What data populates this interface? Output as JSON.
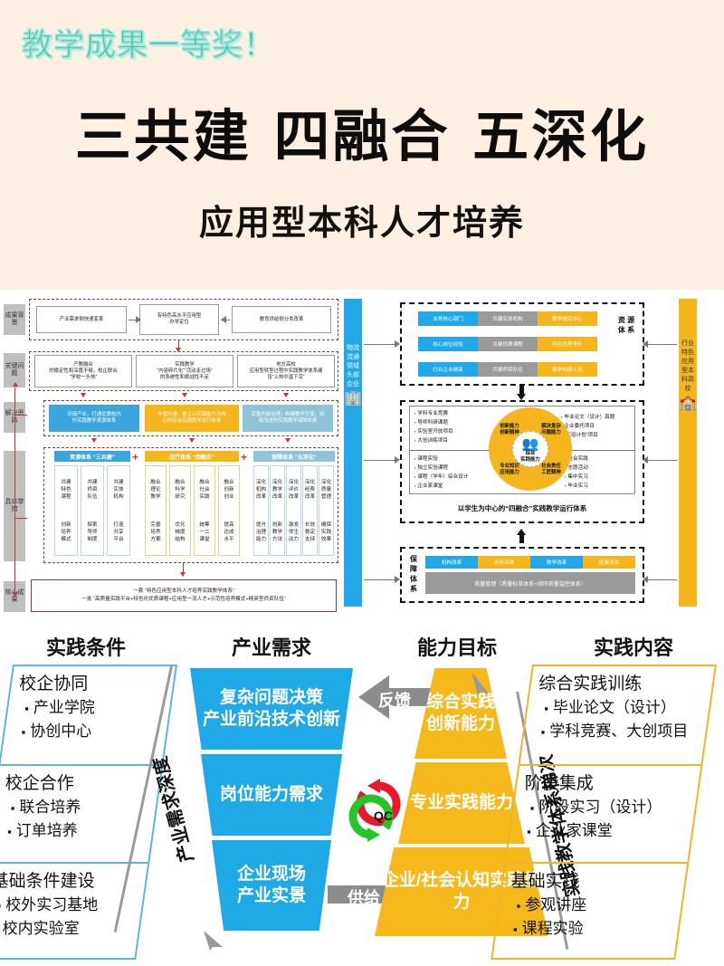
{
  "hero": {
    "award_badge": "教学成果一等奖！",
    "title": "三共建  四融合  五深化",
    "subtitle": "应用型本科人才培养"
  },
  "left_flow": {
    "row_labels": [
      "成果背景",
      "关键问题",
      "解决思路",
      "具体举措",
      "核心成果"
    ],
    "background_boxes": [
      "产业需求侧快速变革",
      "有特色高水平应用型\n办学定位",
      "教育供给侧分类改革"
    ],
    "key_problems": [
      "产教融合\n的稳定性和深度不够，校企联合\n“学校一头热”",
      "实践教学\n“内容碎片化”“活动走过场”\n的系统性和挑战性不足",
      "地方高校\n应用型转型过程中实践教学体系建\n设“上热中温下凉”"
    ],
    "solutions": [
      "对接产业，打通优质校内\n外实践教学资源体系",
      "丰富内涵，建立以实践能力为核\n心的综合实践教学运行体系",
      "完善内部治理，构建教学互促、持\n续改进的实践教学保障体系"
    ],
    "systems": [
      {
        "header": "资源体系 “三共建”",
        "color": "blue",
        "cells": [
          {
            "top": "共建\n特色\n课程",
            "bottom": "创新\n培养\n模式"
          },
          {
            "top": "共建\n师资\n队伍",
            "bottom": "探索\n导师\n制度"
          },
          {
            "top": "共建\n实体\n机构",
            "bottom": "打造\n共享\n平台"
          }
        ]
      },
      {
        "header": "运行体系 “四融合”",
        "color": "gold",
        "cells": [
          {
            "top": "融合\n理论\n教学",
            "bottom": "完善\n培养\n方案"
          },
          {
            "top": "融合\n科学\n研究",
            "bottom": "优化\n梯度\n结构"
          },
          {
            "top": "融合\n社会\n实践",
            "bottom": "统筹\n一二\n课堂"
          },
          {
            "top": "融合\n创新\n创业",
            "bottom": "提高\n达成\n水平"
          }
        ]
      },
      {
        "header": "保障体系 “五深化”",
        "color": "lblue",
        "cells": [
          {
            "top": "深化\n机构\n改革",
            "bottom": "提升\n治理\n能力"
          },
          {
            "top": "深化\n教学\n改革",
            "bottom": "创新\n教学\n方法"
          },
          {
            "top": "深化\n评价\n改革",
            "bottom": "激发\n师生\n动力"
          },
          {
            "top": "深化\n经费\n改革",
            "bottom": "长效\n稳定\n支持"
          },
          {
            "top": "深化\n质量\n管理",
            "bottom": "确保\n实践\n效果"
          }
        ]
      }
    ],
    "core_result_line1": "一套 “特色应用型本科人才培养实践教学体系”",
    "core_result_line2": "一批 “高质量实践平台+特色化优质课程+应用型一流人才+示范性培养模式+精英型师资队伍”",
    "plus_symbol": "+"
  },
  "right_flow": {
    "left_bar": "物流流通领域头部企业",
    "right_bar": "行业特色应用型本科高校",
    "left_bar_icon": "building-icon",
    "right_bar_icon": "campus-icon",
    "resource_label": "资 源 体 系",
    "resource_rows": [
      {
        "left": "业务核心部门",
        "mid": "共建实体机构",
        "right": "教学研究中心"
      },
      {
        "left": "核心岗位经验",
        "mid": "共建优质课程",
        "right": "特色优势学科"
      },
      {
        "left": "行业企业精英",
        "mid": "共建师资队伍",
        "right": "教学科研人员"
      }
    ],
    "quadrants": {
      "top_left": [
        "学科专业竞赛",
        "导师科研课题",
        "实验室开放项目",
        "大创训练项目"
      ],
      "top_right": [
        "毕业论文（设计）真题",
        "企业委托项目",
        "“实培计划”项目"
      ],
      "bottom_left": [
        "课程实验",
        "独立实验课程",
        "课程（学年）综合设计",
        "企业家课堂"
      ],
      "bottom_right": [
        "社会实践",
        "志愿活动",
        "集中实习",
        "毕业实习"
      ]
    },
    "donut_labels": {
      "top_left": "创新能力\n创新精神",
      "top_right": "解决复杂\n问题能力",
      "bottom_left": "专业知识\n应用能力",
      "bottom_right": "社会责任\n工匠精神",
      "center": "综合\n实践能力"
    },
    "run_caption": "以学生为中心的“四融合”实践教学运行体系",
    "guarantee_label": "保 障 体 系",
    "guarantee_chips": [
      "机构改革",
      "评价改革",
      "教学改革",
      "经费改革"
    ],
    "quality_bar": "质量管理（质量标准体系+闭环质量监控体系）"
  },
  "bottom": {
    "column_titles": [
      "实践条件",
      "产业需求",
      "能力目标",
      "实践内容"
    ],
    "left_panel": [
      {
        "title": "校企协同",
        "items": [
          "产业学院",
          "协创中心"
        ]
      },
      {
        "title": "校企合作",
        "items": [
          "联合培养",
          "订单培养"
        ]
      },
      {
        "title": "基础条件建设",
        "items": [
          "校外实习基地",
          "校内实验室"
        ]
      }
    ],
    "blue_funnel": [
      "复杂问题决策\n产业前沿技术创新",
      "岗位能力需求",
      "企业现场\n产业实景"
    ],
    "gold_pyramid": [
      "综合实践\n创新能力",
      "专业实践能力",
      "企业/社会认知实践能力"
    ],
    "right_panel": [
      {
        "title": "综合实践训练",
        "items": [
          "毕业论文（设计）",
          "学科竞赛、大创项目"
        ]
      },
      {
        "title": "阶段集成",
        "items": [
          "阶段实习（设计）",
          "企业家课堂"
        ]
      },
      {
        "title": "基础实践",
        "items": [
          "参观讲座",
          "课程实验"
        ]
      }
    ],
    "diagonal_left": "产业需求深度",
    "diagonal_right": "实践教学体系梯次",
    "arrow_feedback": "反馈",
    "arrow_supply": "供给",
    "qc_label": "QC"
  },
  "colors": {
    "background": "#fdf0e3",
    "teal": "#2fb9a6",
    "blue": "#1fa9e6",
    "gold": "#f6b91b",
    "grey": "#9a9a9a",
    "dark_red": "#8a3b3b"
  }
}
